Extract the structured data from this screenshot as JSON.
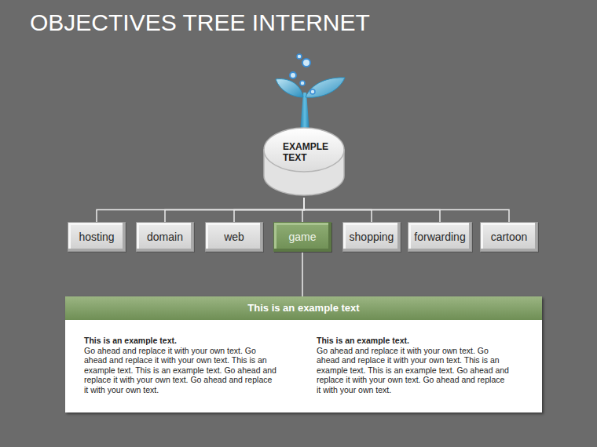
{
  "diagram": {
    "title": "OBJECTIVES TREE INTERNET",
    "nodes": [
      {
        "text": [
          "EXAMPLE TEXT"
        ]
      },
      {
        "text": [
          "hosting"
        ]
      },
      {
        "text": [
          "domain"
        ]
      },
      {
        "text": [
          "web"
        ]
      },
      {
        "text": [
          "game"
        ]
      },
      {
        "text": [
          "shopping"
        ]
      },
      {
        "text": [
          "forwarding"
        ]
      },
      {
        "text": [
          "cartoon"
        ]
      },
      {
        "text": [
          "This is an example text"
        ]
      },
      {
        "text": [
          "This is an example text.",
          "Go ahead and replace it with your own text. Go ahead and replace it with your own text. This is an example text. This is an example text. Go ahead and replace it with your own text. Go ahead and replace it with your own text."
        ],
        "in": 8
      },
      {
        "text": [
          "This is an example text.",
          "Go ahead and replace it with your own text. Go ahead and replace it with your own text. This is an example text. This is an example text. Go ahead and replace it with your own text. Go ahead and replace it with your own text."
        ],
        "in": 8
      }
    ],
    "edges": [
      {
        "from": 0,
        "to": 1,
        "arrow": "none"
      },
      {
        "from": 0,
        "to": 2,
        "arrow": "none"
      },
      {
        "from": 0,
        "to": 3,
        "arrow": "none"
      },
      {
        "from": 0,
        "to": 4,
        "arrow": "none"
      },
      {
        "from": 0,
        "to": 5,
        "arrow": "none"
      },
      {
        "from": 0,
        "to": 6,
        "arrow": "none"
      },
      {
        "from": 0,
        "to": 7,
        "arrow": "none"
      },
      {
        "from": 4,
        "to": 8,
        "arrow": "none"
      }
    ]
  }
}
